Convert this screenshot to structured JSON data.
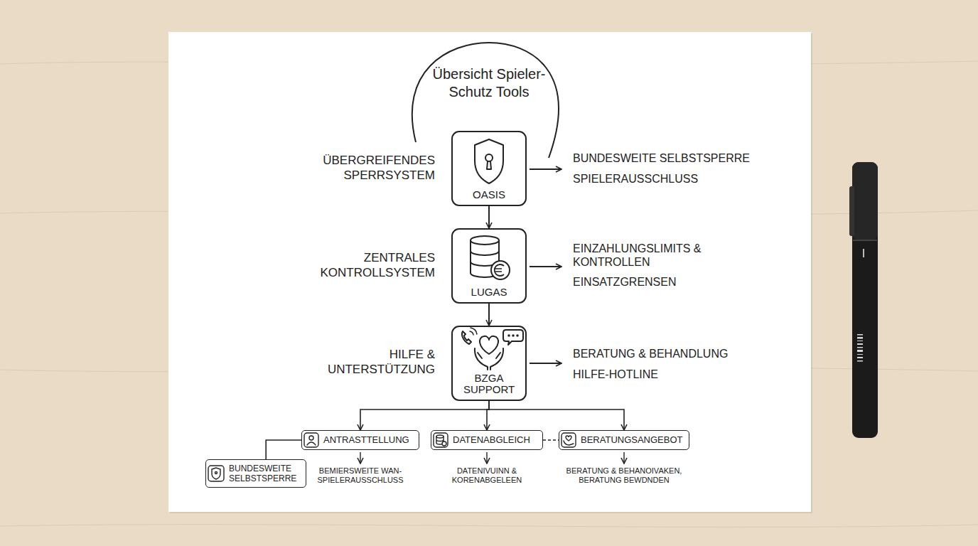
{
  "diagram": {
    "title": "Übersicht Spieler-Schutz Tools",
    "nodes": [
      {
        "text": [
          "OASIS"
        ]
      },
      {
        "text": [
          "LUGAS"
        ]
      },
      {
        "text": [
          "BZGA SUPPORT"
        ]
      },
      {
        "text": [
          "ANTRASTTELLUNG"
        ]
      },
      {
        "text": [
          "DATENABGLEICH"
        ]
      },
      {
        "text": [
          "BERATUNGSANGEBOT"
        ]
      },
      {
        "text": [
          "BUNDESWEITE SELBSTSPERRE"
        ]
      }
    ],
    "edges": [
      {
        "from": 0,
        "to": 1,
        "arrow": "to"
      },
      {
        "from": 1,
        "to": 2,
        "arrow": "to"
      },
      {
        "from": 2,
        "to": 3,
        "arrow": "to"
      },
      {
        "from": 2,
        "to": 4,
        "arrow": "to"
      },
      {
        "from": 2,
        "to": 5,
        "arrow": "to"
      },
      {
        "from": 4,
        "to": 5,
        "arrow": "none"
      },
      {
        "from": 3,
        "to": 6,
        "arrow": "none"
      }
    ],
    "labels": [
      "ÜBERGREIFENDES SPERRSYSTEM",
      "BUNDESWEITE SELBSTSPERRE",
      "SPIELERAUSSCHLUSS",
      "ZENTRALES KONTROLLSYSTEM",
      "EINZAHLUNGSLIMITS & KONTROLLEN",
      "EINSATZGRENSEN",
      "HILFE & UNTERSTÜTZUNG",
      "BERATUNG & BEHANDLUNG",
      "HILFE-HOTLINE",
      "BEMIERSWEITE WAN- SPIELERAUSSCHLUSS",
      "DATENIVUINN & KORENABGELEEN",
      "BERATUNG & BEHANOIVAKEN, BERATUNG BEWDNDEN"
    ]
  }
}
